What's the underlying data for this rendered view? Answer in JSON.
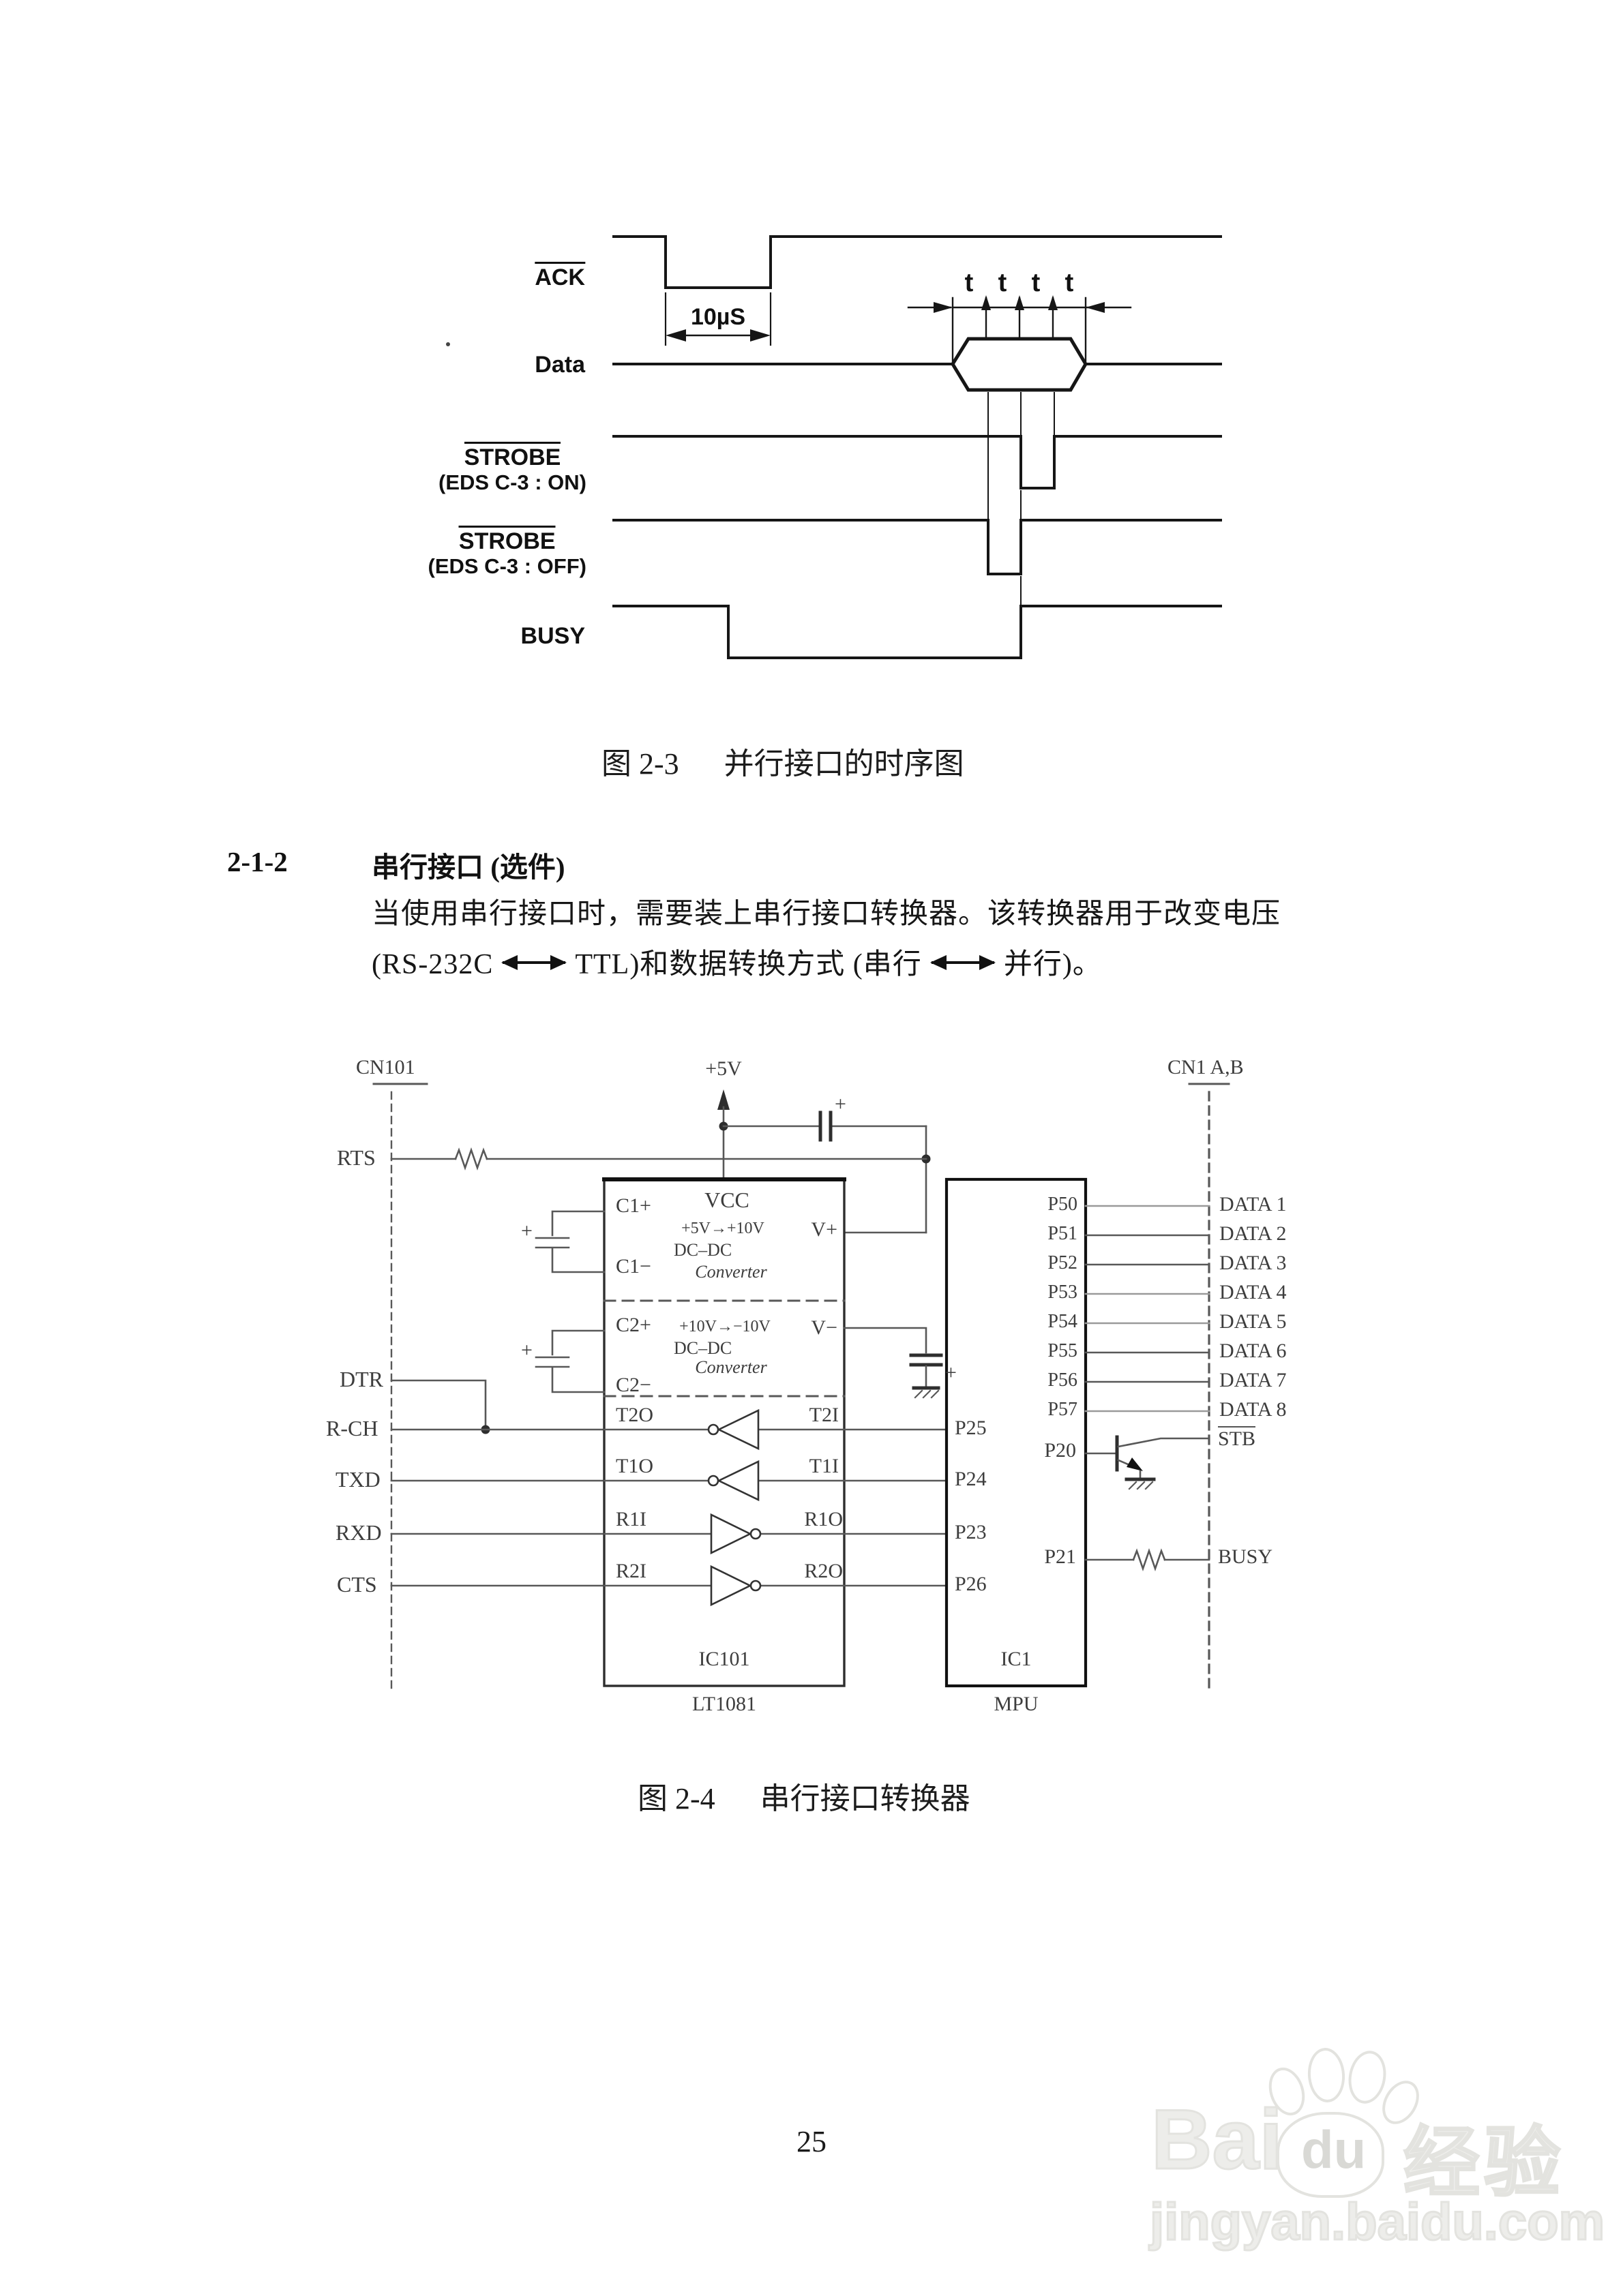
{
  "page": {
    "number": "25"
  },
  "fig23": {
    "signals": {
      "ack": "ACK",
      "data": "Data",
      "strobe": "STROBE",
      "strobe_on_sub": "(EDS C-3 : ON)",
      "strobe_off_sub": "(EDS C-3 : OFF)",
      "busy": "BUSY"
    },
    "pulse_width": "10µS",
    "t_label": "t",
    "caption_prefix": "图 2-3",
    "caption": "并行接口的时序图"
  },
  "section": {
    "number": "2-1-2",
    "title": "串行接口 (选件)",
    "line1": "当使用串行接口时，需要装上串行接口转换器。该转换器用于改变电压",
    "line2_pre": "(RS-232C",
    "line2_mid": "TTL)和数据转换方式 (串行",
    "line2_post": "并行)。"
  },
  "fig24": {
    "connectors": {
      "left": "CN101",
      "right": "CN1 A,B",
      "supply": "+5V",
      "plus": "+"
    },
    "left_pins": {
      "rts": "RTS",
      "dtr": "DTR",
      "rch": "R-CH",
      "txd": "TXD",
      "rxd": "RXD",
      "cts": "CTS"
    },
    "ic101": {
      "c1p": "C1+",
      "c1m": "C1−",
      "c2p": "C2+",
      "c2m": "C2−",
      "vcc": "VCC",
      "conv1_range": "+5V→+10V",
      "conv1_type": "DC–DC",
      "conv1_word": "Converter",
      "vplus": "V+",
      "conv2_range": "+10V→−10V",
      "conv2_type": "DC–DC",
      "conv2_word": "Converter",
      "vminus": "V−",
      "t2o": "T2O",
      "t2i": "T2I",
      "t1o": "T1O",
      "t1i": "T1I",
      "r1i": "R1I",
      "r1o": "R1O",
      "r2i": "R2I",
      "r2o": "R2O",
      "name": "IC101",
      "part": "LT1081"
    },
    "mpu": {
      "p25": "P25",
      "p24": "P24",
      "p23": "P23",
      "p26": "P26",
      "data_pins": [
        "P50",
        "P51",
        "P52",
        "P53",
        "P54",
        "P55",
        "P56",
        "P57"
      ],
      "p20": "P20",
      "p21": "P21",
      "name": "IC1",
      "part": "MPU"
    },
    "data_lines": [
      "DATA 1",
      "DATA 2",
      "DATA 3",
      "DATA 4",
      "DATA 5",
      "DATA 6",
      "DATA 7",
      "DATA 8"
    ],
    "stb": "STB",
    "busy": "BUSY",
    "caption_prefix": "图 2-4",
    "caption": "串行接口转换器"
  },
  "watermark": {
    "bai": "Bai",
    "du": "du",
    "cn": "经验",
    "url": "jingyan.baidu.com"
  }
}
